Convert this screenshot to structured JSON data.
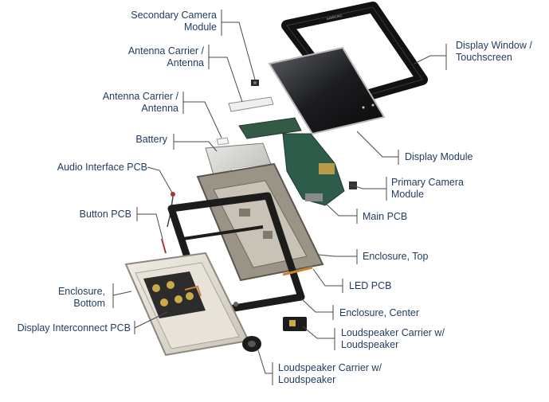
{
  "labels": {
    "secondary_camera": [
      "Secondary Camera",
      "Module"
    ],
    "antenna_1": [
      "Antenna Carrier /",
      "Antenna"
    ],
    "antenna_2": [
      "Antenna Carrier /",
      "Antenna"
    ],
    "battery": [
      "Battery"
    ],
    "audio_pcb": [
      "Audio Interface PCB"
    ],
    "button_pcb": [
      "Button PCB"
    ],
    "enclosure_bottom": [
      "Enclosure,",
      "Bottom"
    ],
    "display_interconnect": [
      "Display Interconnect PCB"
    ],
    "display_window": [
      "Display Window /",
      "Touchscreen"
    ],
    "display_module": [
      "Display Module"
    ],
    "primary_camera": [
      "Primary Camera",
      "Module"
    ],
    "main_pcb": [
      "Main PCB"
    ],
    "enclosure_top": [
      "Enclosure, Top"
    ],
    "led_pcb": [
      "LED PCB"
    ],
    "enclosure_center": [
      "Enclosure, Center"
    ],
    "loudspeaker_1": [
      "Loudspeaker Carrier w/",
      "Loudspeaker"
    ],
    "loudspeaker_2": [
      "Loudspeaker Carrier w/",
      "Loudspeaker"
    ]
  },
  "colors": {
    "label_text": "#1f3a5f",
    "leader_line": "#4a4a4a"
  }
}
